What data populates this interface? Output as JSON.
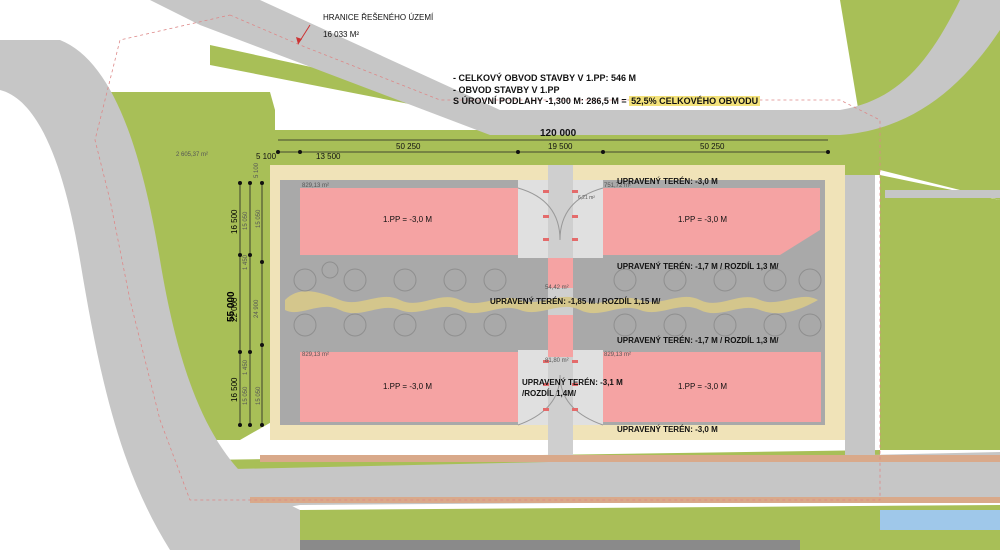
{
  "boundary": {
    "title": "HRANICE ŘEŠENÉHO ÚZEMÍ",
    "area": "16 033 M²"
  },
  "notes": {
    "line1": "- CELKOVÝ OBVOD STAVBY V 1.PP: 546 M",
    "line2": "- OBVOD STAVBY V 1.PP",
    "line3_prefix": "S ÚROVNÍ PODLAHY -1,300 M: 286,5 M = ",
    "line3_highlight": "52,5% CELKOVÉHO OBVODU"
  },
  "dimensions": {
    "total_width": "120 000",
    "seg_left": "50 250",
    "seg_mid": "19 500",
    "seg_right": "50 250",
    "small_a": "5 100",
    "small_b": "13 500",
    "total_height": "55 000",
    "v_top": "16 500",
    "v_mid": "22 000",
    "v_bot": "16 500",
    "v_sub_a": "15 050",
    "v_sub_b": "15 050",
    "v_gap_a": "1 450",
    "v_gap_b": "1 450",
    "v_court": "24 900",
    "v_small_top": "5 100",
    "v_top_inner": "15 050",
    "v_bot_inner": "15 050"
  },
  "areas": {
    "green_left": "2 605,37 m²",
    "block_tl": "829,13 m²",
    "block_tr": "751,72 m²",
    "block_bl": "829,13 m²",
    "block_br": "829,13 m²",
    "bridge_top": "54,42 m²",
    "bridge_bottom": "81,80 m²",
    "stair_small": "6,21 m²"
  },
  "blocks": {
    "tl": "1.PP = -3,0 M",
    "tr": "1.PP = -3,0 M",
    "bl": "1.PP = -3,0 M",
    "br": "1.PP = -3,0 M"
  },
  "terrain": {
    "top": "UPRAVENÝ TERÉN: -3,0 M",
    "upper_mid": "UPRAVENÝ TERÉN: -1,7 M / ROZDÍL 1,3 M/",
    "center": "UPRAVENÝ TERÉN: -1,85 M / ROZDÍL 1,15 M/",
    "lower_mid": "UPRAVENÝ TERÉN: -1,7 M / ROZDÍL 1,3 M/",
    "bridge_1": "UPRAVENÝ TERÉN: -3,1 M",
    "bridge_2": "/ROZDÍL 1,4M/",
    "bottom": "UPRAVENÝ TERÉN: -3,0 M"
  },
  "colors": {
    "road": "#c6c6c6",
    "green": "#a8bf57",
    "path": "#f0e3b8",
    "building": "#f5a3a3",
    "courtyard": "#a9a9a9",
    "wave": "#d4c68c",
    "highlight": "#f3e27a",
    "water": "#9fc8ea",
    "brown_strip": "#d9a98a"
  }
}
